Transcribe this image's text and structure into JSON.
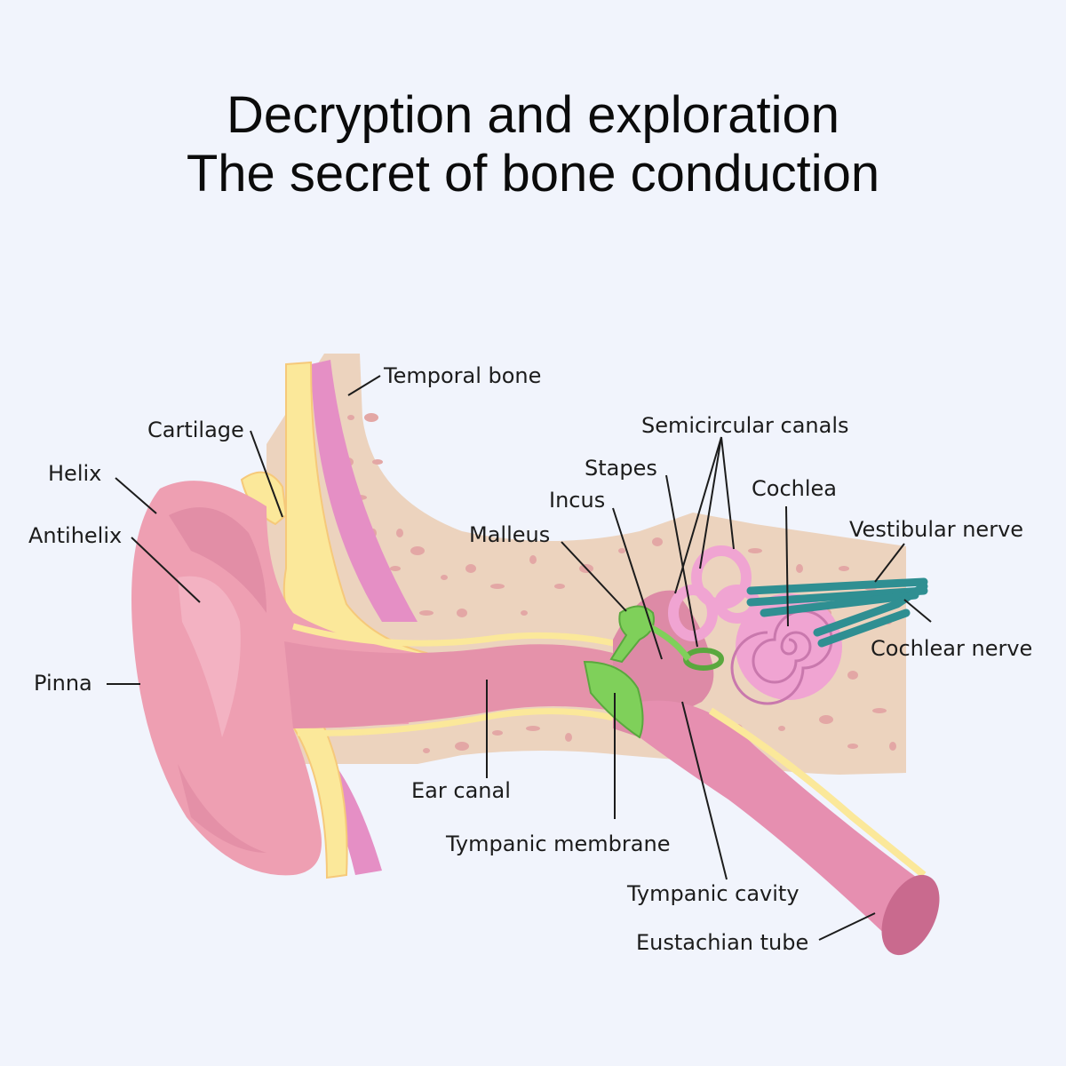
{
  "title": {
    "line1": "Decryption and exploration",
    "line2": "The secret of bone conduction"
  },
  "labels": {
    "temporal_bone": "Temporal bone",
    "cartilage": "Cartilage",
    "helix": "Helix",
    "antihelix": "Antihelix",
    "pinna": "Pinna",
    "semicircular_canals": "Semicircular canals",
    "stapes": "Stapes",
    "incus": "Incus",
    "malleus": "Malleus",
    "cochlea": "Cochlea",
    "vestibular_nerve": "Vestibular nerve",
    "cochlear_nerve": "Cochlear nerve",
    "ear_canal": "Ear canal",
    "tympanic_membrane": "Tympanic membrane",
    "tympanic_cavity": "Tympanic cavity",
    "eustachian_tube": "Eustachian tube"
  },
  "colors": {
    "background": "#f1f4fc",
    "bone": "#ecd3be",
    "bone_pore": "#e3a7a5",
    "skin": "#ee9fb2",
    "skin_dark": "#df8aa2",
    "canal": "#e592aa",
    "cartilage": "#fbe89a",
    "muscle": "#e58fc5",
    "ossicle": "#7fd05a",
    "cochlea": "#f0a4d2",
    "nerve": "#2f8f92",
    "tube": "#d8789a"
  }
}
